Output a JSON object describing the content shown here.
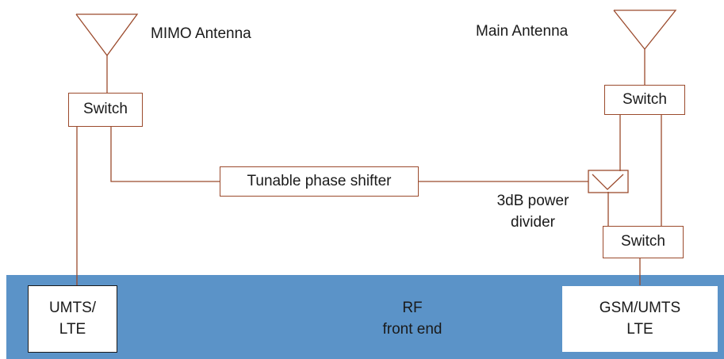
{
  "antennas": {
    "mimo_label": "MIMO Antenna",
    "main_label": "Main Antenna"
  },
  "switches": {
    "left": "Switch",
    "right_top": "Switch",
    "right_bottom": "Switch"
  },
  "phase_shifter": "Tunable phase shifter",
  "power_divider": {
    "line1": "3dB power",
    "line2": "divider"
  },
  "rf_front_end": {
    "line1": "RF",
    "line2": "front end"
  },
  "umts_lte": {
    "line1": "UMTS/",
    "line2": "LTE"
  },
  "gsm_umts_lte": {
    "line1": "GSM/UMTS",
    "line2": "LTE"
  },
  "colors": {
    "wire": "#9b4a2c",
    "band": "#5b93c8",
    "text": "#1a1a1a"
  }
}
